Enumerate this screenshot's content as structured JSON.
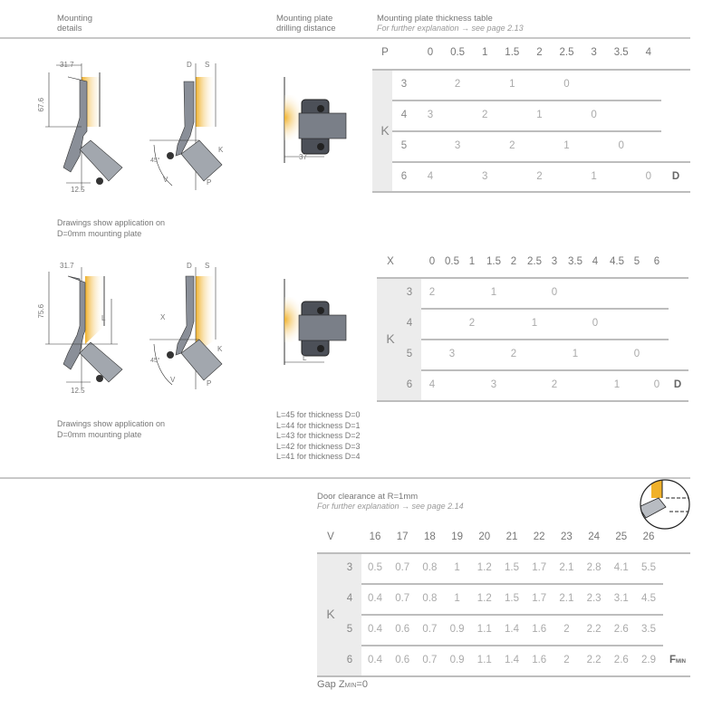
{
  "header": {
    "mounting_details": [
      "Mounting",
      "details"
    ],
    "drilling_distance": [
      "Mounting plate",
      "drilling distance"
    ],
    "thickness_table_title": "Mounting plate thickness table",
    "thickness_table_ref": "For further explanation → see page 2.13"
  },
  "drawing1": {
    "dim_width": "31.7",
    "dim_height": "67.6",
    "dim_bottom": "12.5",
    "label_d": "D",
    "label_s": "S",
    "label_k": "K",
    "label_p": "P",
    "label_v": "V",
    "angle": "45°",
    "plate_dim": "37"
  },
  "drawing2": {
    "dim_width": "31.7",
    "dim_height": "75.6",
    "dim_bottom": "12.5",
    "label_l": "L",
    "label_d": "D",
    "label_s": "S",
    "label_x": "X",
    "label_k": "K",
    "label_p": "P",
    "label_v": "V",
    "angle": "45°",
    "plate_dim": "L"
  },
  "notes": {
    "note1": [
      "Drawings show application on",
      "D=0mm mounting plate"
    ],
    "note2": [
      "Drawings show application on",
      "D=0mm mounting plate"
    ],
    "l_values": [
      "L=45 for thickness D=0",
      "L=44 for thickness D=1",
      "L=43 for thickness D=2",
      "L=42 for thickness D=3",
      "L=41 for thickness D=4"
    ]
  },
  "table1": {
    "corner": "P",
    "row_group": "K",
    "end_label": "D",
    "columns": [
      "0",
      "0.5",
      "1",
      "1.5",
      "2",
      "2.5",
      "3",
      "3.5",
      "4"
    ],
    "rows": [
      {
        "k": "3",
        "cells": [
          "",
          "2",
          "",
          "1",
          "",
          "0",
          "",
          "",
          ""
        ]
      },
      {
        "k": "4",
        "cells": [
          "3",
          "",
          "2",
          "",
          "1",
          "",
          "0",
          "",
          ""
        ]
      },
      {
        "k": "5",
        "cells": [
          "",
          "3",
          "",
          "2",
          "",
          "1",
          "",
          "0",
          ""
        ]
      },
      {
        "k": "6",
        "cells": [
          "4",
          "",
          "3",
          "",
          "2",
          "",
          "1",
          "",
          "0"
        ]
      }
    ]
  },
  "table2": {
    "corner": "X",
    "row_group": "K",
    "end_label": "D",
    "columns": [
      "0",
      "0.5",
      "1",
      "1.5",
      "2",
      "2.5",
      "3",
      "3.5",
      "4",
      "4.5",
      "5",
      "6"
    ],
    "rows": [
      {
        "k": "3",
        "cells": [
          "2",
          "",
          "",
          "1",
          "",
          "",
          "0",
          "",
          "",
          "",
          "",
          ""
        ]
      },
      {
        "k": "4",
        "cells": [
          "",
          "",
          "2",
          "",
          "",
          "1",
          "",
          "",
          "0",
          "",
          "",
          ""
        ]
      },
      {
        "k": "5",
        "cells": [
          "",
          "3",
          "",
          "",
          "2",
          "",
          "",
          "1",
          "",
          "",
          "0",
          ""
        ]
      },
      {
        "k": "6",
        "cells": [
          "4",
          "",
          "",
          "3",
          "",
          "",
          "2",
          "",
          "",
          "1",
          "",
          "0"
        ]
      }
    ]
  },
  "clearance": {
    "title": "Door clearance at R=1mm",
    "ref": "For further explanation → see page 2.14",
    "gap": "Gap Z",
    "gap_sub": "MIN",
    "gap_value": "=0"
  },
  "table3": {
    "corner": "V",
    "row_group": "K",
    "end_label": "F",
    "end_sub": "MIN",
    "columns": [
      "16",
      "17",
      "18",
      "19",
      "20",
      "21",
      "22",
      "23",
      "24",
      "25",
      "26"
    ],
    "rows": [
      {
        "k": "3",
        "cells": [
          "0.5",
          "0.7",
          "0.8",
          "1",
          "1.2",
          "1.5",
          "1.7",
          "2.1",
          "2.8",
          "4.1",
          "5.5"
        ]
      },
      {
        "k": "4",
        "cells": [
          "0.4",
          "0.7",
          "0.8",
          "1",
          "1.2",
          "1.5",
          "1.7",
          "2.1",
          "2.3",
          "3.1",
          "4.5"
        ]
      },
      {
        "k": "5",
        "cells": [
          "0.4",
          "0.6",
          "0.7",
          "0.9",
          "1.1",
          "1.4",
          "1.6",
          "2",
          "2.2",
          "2.6",
          "3.5"
        ]
      },
      {
        "k": "6",
        "cells": [
          "0.4",
          "0.6",
          "0.7",
          "0.9",
          "1.1",
          "1.4",
          "1.6",
          "2",
          "2.2",
          "2.6",
          "2.9"
        ]
      }
    ]
  },
  "colors": {
    "accent": "#f0b12a",
    "hinge": "#8a8f98",
    "rule": "#c8c8c8",
    "tableGray": "#ececec"
  }
}
